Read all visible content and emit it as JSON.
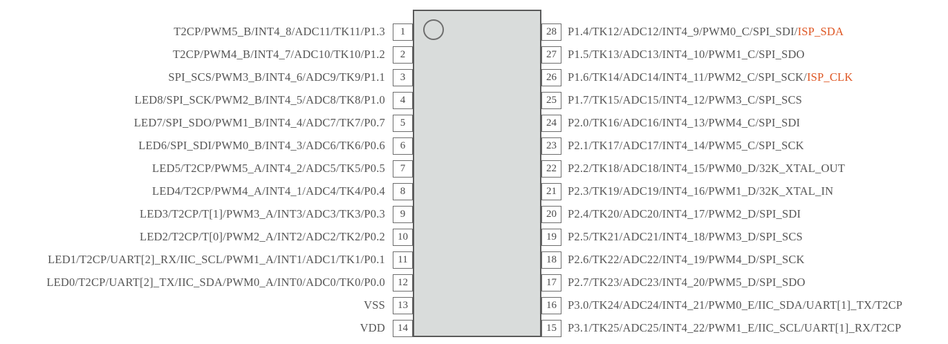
{
  "diagram": {
    "type": "mcu-pinout",
    "package_pin_count": 28,
    "chip": {
      "notch_icon": "pin1-dot-circle",
      "fill_color": "#d9dcdb",
      "border_color": "#595959"
    },
    "colors": {
      "text": "#555555",
      "isp_highlight": "#de5522",
      "pin_box_border": "#6b6b6b"
    }
  },
  "left_pins": [
    {
      "number": "1",
      "label": "T2CP/PWM5_B/INT4_8/ADC11/TK11/P1.3"
    },
    {
      "number": "2",
      "label": "T2CP/PWM4_B/INT4_7/ADC10/TK10/P1.2"
    },
    {
      "number": "3",
      "label": "SPI_SCS/PWM3_B/INT4_6/ADC9/TK9/P1.1"
    },
    {
      "number": "4",
      "label": "LED8/SPI_SCK/PWM2_B/INT4_5/ADC8/TK8/P1.0"
    },
    {
      "number": "5",
      "label": "LED7/SPI_SDO/PWM1_B/INT4_4/ADC7/TK7/P0.7"
    },
    {
      "number": "6",
      "label": "LED6/SPI_SDI/PWM0_B/INT4_3/ADC6/TK6/P0.6"
    },
    {
      "number": "7",
      "label": "LED5/T2CP/PWM5_A/INT4_2/ADC5/TK5/P0.5"
    },
    {
      "number": "8",
      "label": "LED4/T2CP/PWM4_A/INT4_1/ADC4/TK4/P0.4"
    },
    {
      "number": "9",
      "label": "LED3/T2CP/T[1]/PWM3_A/INT3/ADC3/TK3/P0.3"
    },
    {
      "number": "10",
      "label": "LED2/T2CP/T[0]/PWM2_A/INT2/ADC2/TK2/P0.2"
    },
    {
      "number": "11",
      "label": "LED1/T2CP/UART[2]_RX/IIC_SCL/PWM1_A/INT1/ADC1/TK1/P0.1"
    },
    {
      "number": "12",
      "label": "LED0/T2CP/UART[2]_TX/IIC_SDA/PWM0_A/INT0/ADC0/TK0/P0.0"
    },
    {
      "number": "13",
      "label": "VSS"
    },
    {
      "number": "14",
      "label": "VDD"
    }
  ],
  "right_pins": [
    {
      "number": "28",
      "label": "P1.4/TK12/ADC12/INT4_9/PWM0_C/SPI_SDI/",
      "isp": "ISP_SDA"
    },
    {
      "number": "27",
      "label": "P1.5/TK13/ADC13/INT4_10/PWM1_C/SPI_SDO",
      "isp": ""
    },
    {
      "number": "26",
      "label": "P1.6/TK14/ADC14/INT4_11/PWM2_C/SPI_SCK/",
      "isp": "ISP_CLK"
    },
    {
      "number": "25",
      "label": "P1.7/TK15/ADC15/INT4_12/PWM3_C/SPI_SCS",
      "isp": ""
    },
    {
      "number": "24",
      "label": "P2.0/TK16/ADC16/INT4_13/PWM4_C/SPI_SDI",
      "isp": ""
    },
    {
      "number": "23",
      "label": "P2.1/TK17/ADC17/INT4_14/PWM5_C/SPI_SCK",
      "isp": ""
    },
    {
      "number": "22",
      "label": "P2.2/TK18/ADC18/INT4_15/PWM0_D/32K_XTAL_OUT",
      "isp": ""
    },
    {
      "number": "21",
      "label": "P2.3/TK19/ADC19/INT4_16/PWM1_D/32K_XTAL_IN",
      "isp": ""
    },
    {
      "number": "20",
      "label": "P2.4/TK20/ADC20/INT4_17/PWM2_D/SPI_SDI",
      "isp": ""
    },
    {
      "number": "19",
      "label": "P2.5/TK21/ADC21/INT4_18/PWM3_D/SPI_SCS",
      "isp": ""
    },
    {
      "number": "18",
      "label": "P2.6/TK22/ADC22/INT4_19/PWM4_D/SPI_SCK",
      "isp": ""
    },
    {
      "number": "17",
      "label": "P2.7/TK23/ADC23/INT4_20/PWM5_D/SPI_SDO",
      "isp": ""
    },
    {
      "number": "16",
      "label": "P3.0/TK24/ADC24/INT4_21/PWM0_E/IIC_SDA/UART[1]_TX/T2CP",
      "isp": ""
    },
    {
      "number": "15",
      "label": "P3.1/TK25/ADC25/INT4_22/PWM1_E/IIC_SCL/UART[1]_RX/T2CP",
      "isp": ""
    }
  ]
}
